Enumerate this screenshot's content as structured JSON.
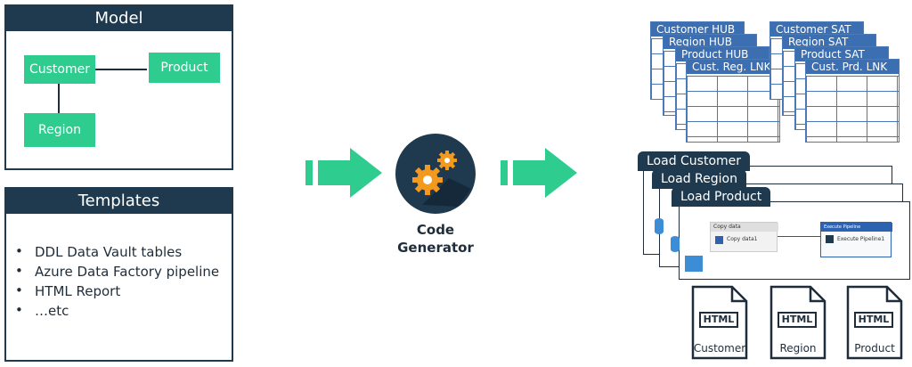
{
  "model_panel": {
    "title": "Model",
    "entities": {
      "customer": "Customer",
      "product": "Product",
      "region": "Region"
    }
  },
  "templates_panel": {
    "title": "Templates",
    "items": [
      "DDL Data Vault tables",
      "Azure Data Factory pipeline",
      "HTML Report",
      "…etc"
    ]
  },
  "generator": {
    "label_line1": "Code",
    "label_line2": "Generator"
  },
  "hub_tables": [
    "Customer HUB",
    "Region HUB",
    "Product HUB",
    "Cust. Reg. LNK"
  ],
  "sat_tables": [
    "Customer SAT",
    "Region SAT",
    "Product SAT",
    "Cust. Prd. LNK"
  ],
  "pipelines": {
    "tabs": [
      "Load Customer",
      "Load Region",
      "Load Product"
    ],
    "copy_activity_header": "Copy data",
    "copy_activity_name": "Copy data1",
    "execute_activity_header": "Execute Pipeline",
    "execute_activity_name": "Execute Pipeline1"
  },
  "reports": {
    "tag": "HTML",
    "names": [
      "Customer",
      "Region",
      "Product"
    ]
  },
  "colors": {
    "navy": "#1f3a4f",
    "green": "#2ecc8f",
    "blue": "#3c6fb1",
    "orange": "#f39a1e"
  }
}
